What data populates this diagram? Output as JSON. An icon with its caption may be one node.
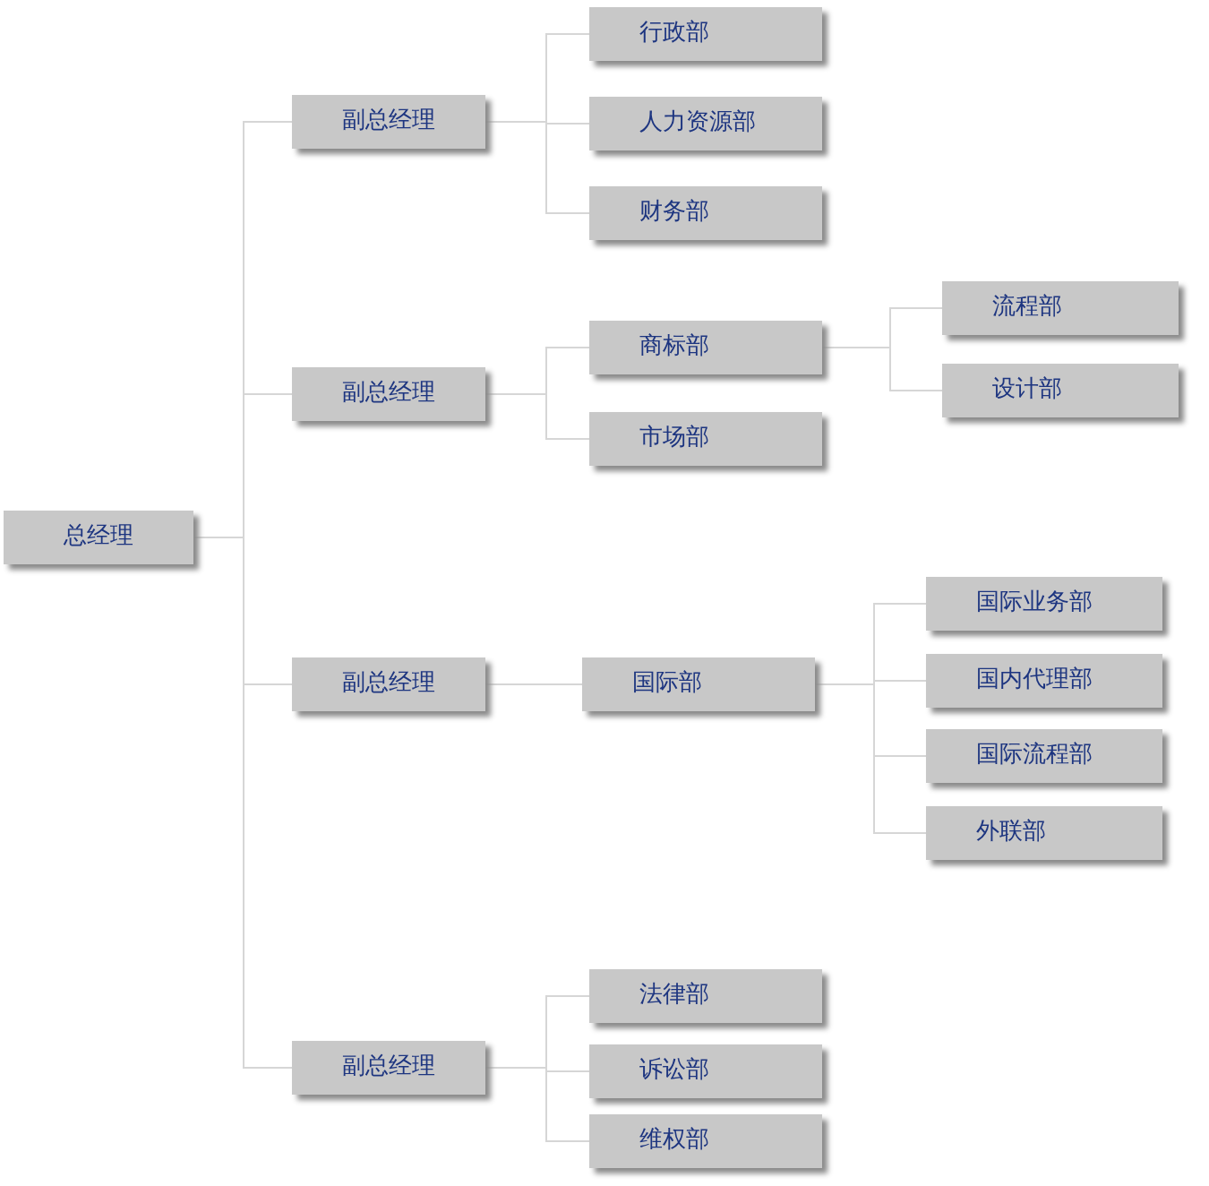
{
  "diagram": {
    "nodes": [
      {
        "text": [
          "总经理"
        ]
      },
      {
        "text": [
          "副总经理"
        ]
      },
      {
        "text": [
          "行政部"
        ]
      },
      {
        "text": [
          "人力资源部"
        ]
      },
      {
        "text": [
          "财务部"
        ]
      },
      {
        "text": [
          "副总经理"
        ]
      },
      {
        "text": [
          "商标部"
        ]
      },
      {
        "text": [
          "流程部"
        ]
      },
      {
        "text": [
          "设计部"
        ]
      },
      {
        "text": [
          "市场部"
        ]
      },
      {
        "text": [
          "副总经理"
        ]
      },
      {
        "text": [
          "国际部"
        ]
      },
      {
        "text": [
          "国际业务部"
        ]
      },
      {
        "text": [
          "国内代理部"
        ]
      },
      {
        "text": [
          "国际流程部"
        ]
      },
      {
        "text": [
          "外联部"
        ]
      },
      {
        "text": [
          "副总经理"
        ]
      },
      {
        "text": [
          "法律部"
        ]
      },
      {
        "text": [
          "诉讼部"
        ]
      },
      {
        "text": [
          "维权部"
        ]
      }
    ],
    "edges": [
      {
        "from": 0,
        "to": 1,
        "arrow": "none"
      },
      {
        "from": 0,
        "to": 5,
        "arrow": "none"
      },
      {
        "from": 0,
        "to": 10,
        "arrow": "none"
      },
      {
        "from": 0,
        "to": 16,
        "arrow": "none"
      },
      {
        "from": 1,
        "to": 2,
        "arrow": "none"
      },
      {
        "from": 1,
        "to": 3,
        "arrow": "none"
      },
      {
        "from": 1,
        "to": 4,
        "arrow": "none"
      },
      {
        "from": 5,
        "to": 6,
        "arrow": "none"
      },
      {
        "from": 5,
        "to": 9,
        "arrow": "none"
      },
      {
        "from": 6,
        "to": 7,
        "arrow": "none"
      },
      {
        "from": 6,
        "to": 8,
        "arrow": "none"
      },
      {
        "from": 10,
        "to": 11,
        "arrow": "none"
      },
      {
        "from": 11,
        "to": 12,
        "arrow": "none"
      },
      {
        "from": 11,
        "to": 13,
        "arrow": "none"
      },
      {
        "from": 11,
        "to": 14,
        "arrow": "none"
      },
      {
        "from": 11,
        "to": 15,
        "arrow": "none"
      },
      {
        "from": 16,
        "to": 17,
        "arrow": "none"
      },
      {
        "from": 16,
        "to": 18,
        "arrow": "none"
      },
      {
        "from": 16,
        "to": 19,
        "arrow": "none"
      }
    ]
  }
}
